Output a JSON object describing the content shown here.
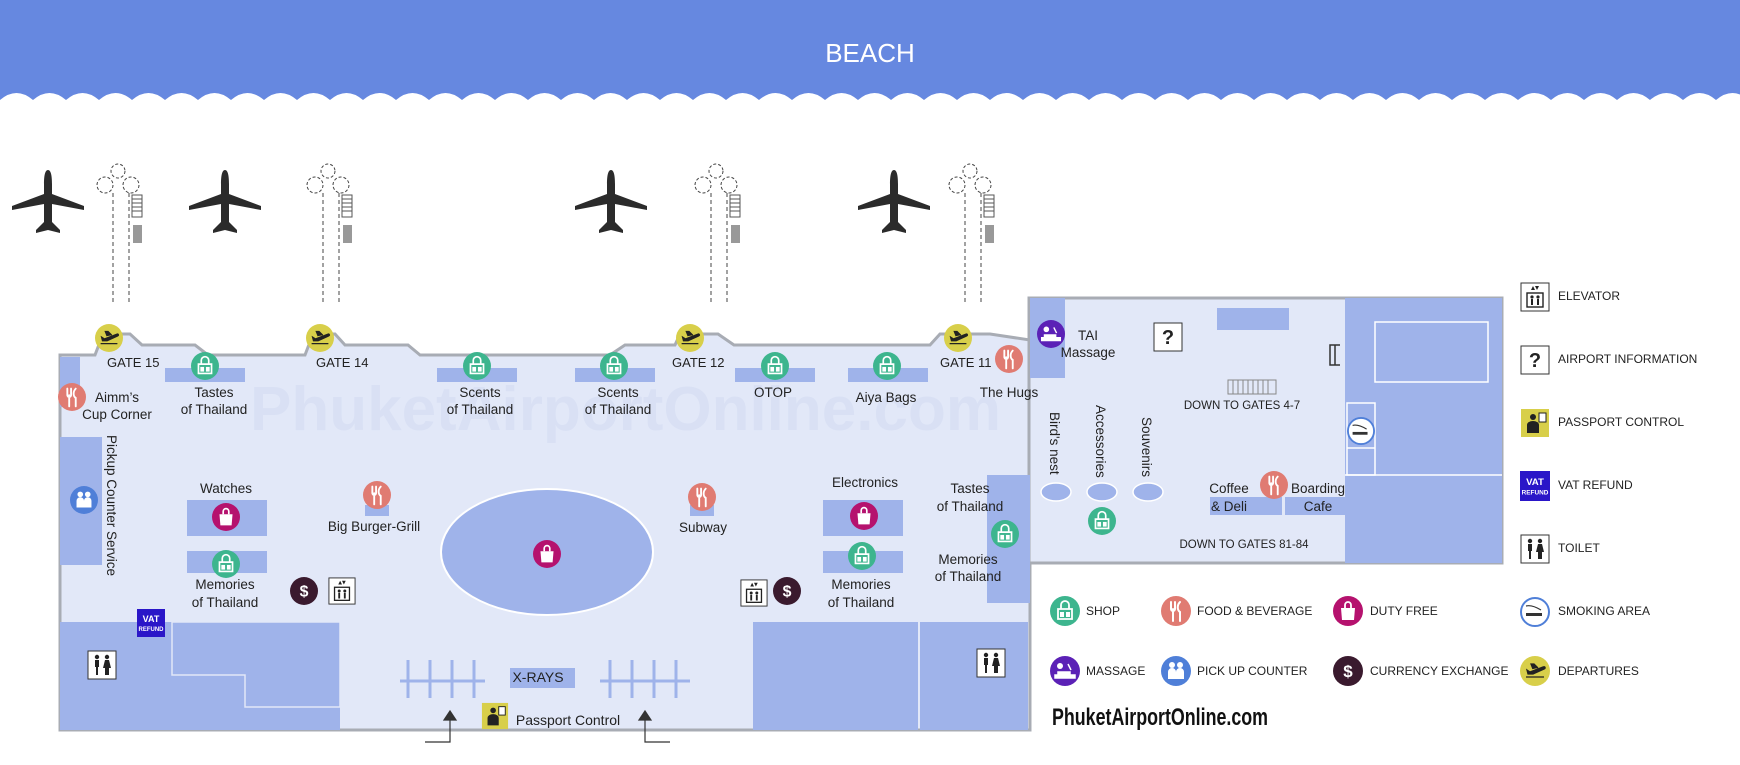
{
  "header": {
    "title": "BEACH"
  },
  "colors": {
    "sky": "#6688e0",
    "floor": "#e2e8f8",
    "block": "#9fb3ea",
    "wall": "#a8acb4",
    "shop": "#3db58e",
    "food": "#e07b72",
    "duty_free": "#b5126e",
    "massage": "#5b21b6",
    "pickup": "#4f7fd8",
    "currency": "#3a1a2e",
    "departures": "#d8cf4a",
    "vat": "#2a16c8"
  },
  "gates": [
    {
      "label": "GATE 15"
    },
    {
      "label": "GATE 14"
    },
    {
      "label": "GATE 12"
    },
    {
      "label": "GATE 11"
    }
  ],
  "shops": {
    "aimms": [
      "Aimm’s",
      "Cup Corner"
    ],
    "tastes1": [
      "Tastes",
      "of Thailand"
    ],
    "scents1": [
      "Scents",
      "of Thailand"
    ],
    "scents2": [
      "Scents",
      "of Thailand"
    ],
    "otop": "OTOP",
    "aiya": "Aiya Bags",
    "hugs": "The Hugs",
    "tai": [
      "TAI",
      "Massage"
    ],
    "watches": "Watches",
    "burger": "Big Burger-Grill",
    "subway": "Subway",
    "electronics": "Electronics",
    "memories1": [
      "Memories",
      "of Thailand"
    ],
    "memories2": [
      "Memories",
      "of Thailand"
    ],
    "memories3": [
      "Memories",
      "of Thailand"
    ],
    "tastes2": [
      "Tastes",
      "of Thailand"
    ],
    "birds_nest": "Bird's nest",
    "accessories": "Accessories",
    "souvenirs": "Souvenirs",
    "coffee": [
      "Coffee",
      "& Deli"
    ],
    "boarding": [
      "Boarding",
      "Cafe"
    ],
    "pickup_service": "Pickup Counter Service",
    "xrays": "X-RAYS",
    "passport": "Passport Control",
    "down47": "DOWN TO GATES 4-7",
    "down8184": "DOWN TO GATES 81-84"
  },
  "legend": {
    "right": [
      "ELEVATOR",
      "AIRPORT INFORMATION",
      "PASSPORT CONTROL",
      "VAT REFUND",
      "TOILET",
      "SMOKING AREA",
      "DEPARTURES"
    ],
    "bottom_row1": [
      "SHOP",
      "FOOD & BEVERAGE",
      "DUTY FREE"
    ],
    "bottom_row2": [
      "MASSAGE",
      "PICK UP COUNTER",
      "CURRENCY EXCHANGE"
    ],
    "vat_badge": [
      "VAT",
      "REFUND"
    ]
  },
  "watermark": "PhuketAirportOnline.com",
  "brand": "PhuketAirportOnline.com"
}
